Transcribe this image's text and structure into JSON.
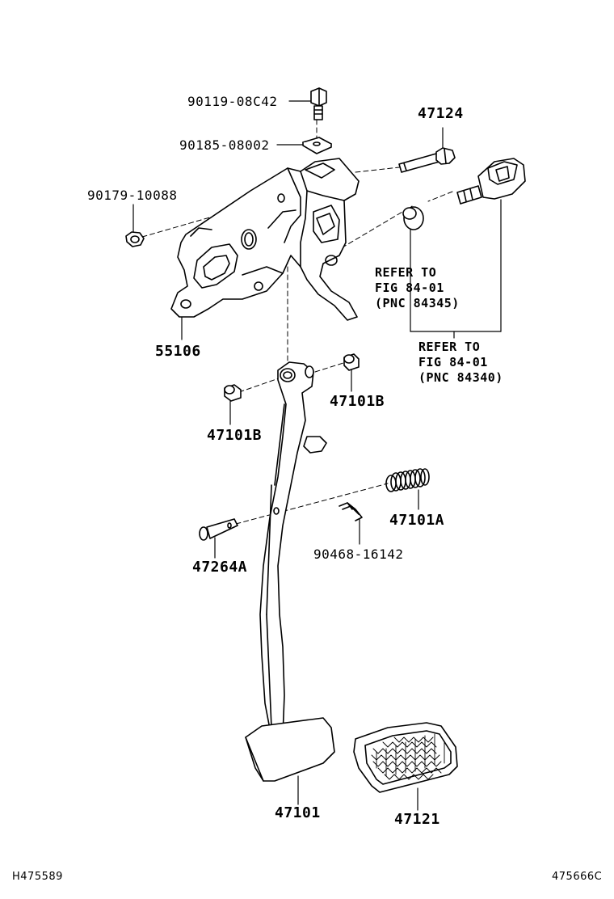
{
  "parts": {
    "bolt": "90119-08C42",
    "nut_clip": "90185-08002",
    "nut": "90179-10088",
    "bracket": "55106",
    "switch_shaft": "47124",
    "bushing_left": "47101B",
    "bushing_right": "47101B",
    "spring": "47101A",
    "clip": "90468-16142",
    "pin": "47264A",
    "pedal_arm": "47101",
    "pedal_pad": "47121"
  },
  "refs": {
    "ref1": {
      "line1": "REFER TO",
      "line2": "FIG 84-01",
      "line3": "(PNC 84345)"
    },
    "ref2": {
      "line1": "REFER TO",
      "line2": "FIG 84-01",
      "line3": "(PNC 84340)"
    }
  },
  "footer": {
    "left": "H475589",
    "right": "475666C"
  }
}
